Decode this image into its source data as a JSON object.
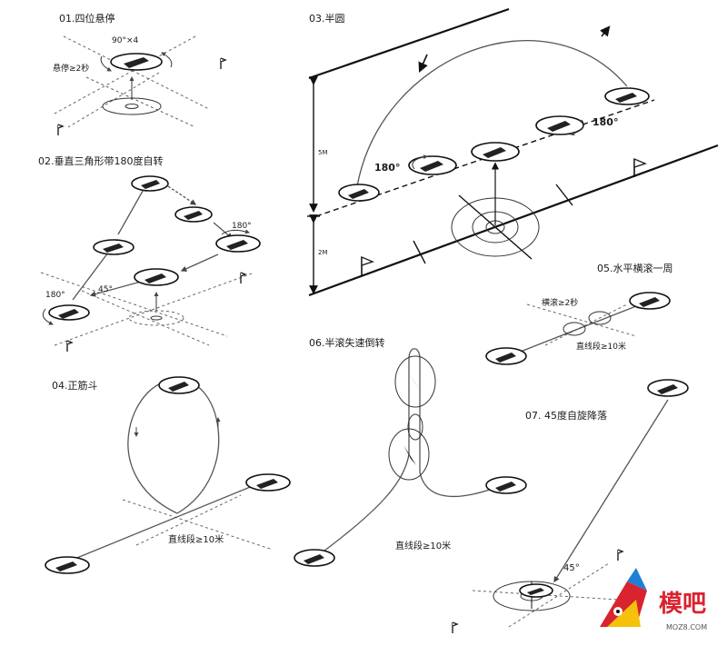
{
  "sections": {
    "s01": {
      "title": "01.四位悬停",
      "angle": "90°×4",
      "hover": "悬停≥2秒"
    },
    "s02": {
      "title": "02.垂直三角形带180度自转",
      "rot_a": "180°",
      "rot_b": "180°",
      "angle": "45°"
    },
    "s03": {
      "title": "03.半圆",
      "h_top": "5M",
      "h_bottom": "2M",
      "rot_left": "180°",
      "rot_right": "180°"
    },
    "s04": {
      "title": "04.正筋斗",
      "straight": "直线段≥10米"
    },
    "s05": {
      "title": "05.水平横滚一周",
      "roll": "横滚≥2秒",
      "straight": "直线段≥10米"
    },
    "s06": {
      "title": "06.半滚失速倒转",
      "straight": "直线段≥10米"
    },
    "s07": {
      "title": "07. 45度自旋降落",
      "angle": "45°"
    }
  },
  "watermark": {
    "brand": "模吧",
    "site": "MOZ8.COM"
  },
  "colors": {
    "ink": "#111111",
    "logo_red": "#d9232f",
    "logo_yellow": "#f4c20d",
    "logo_blue": "#1e7fd6"
  }
}
